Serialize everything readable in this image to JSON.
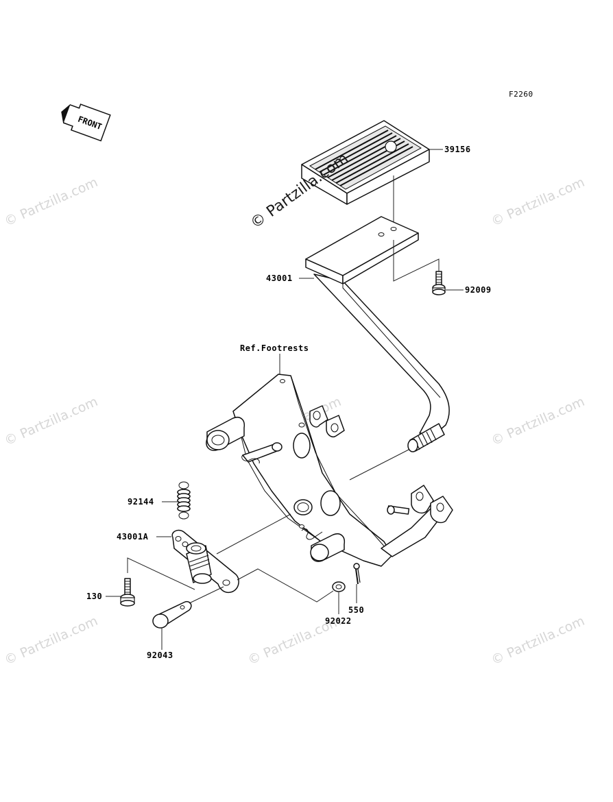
{
  "diagram": {
    "figure_code": "F2260",
    "front_label": "FRONT",
    "ref_label": "Ref.Footrests",
    "watermark": "© Partzilla.com",
    "parts": [
      {
        "id": "39156"
      },
      {
        "id": "43001"
      },
      {
        "id": "92009"
      },
      {
        "id": "92144"
      },
      {
        "id": "43001A"
      },
      {
        "id": "130"
      },
      {
        "id": "92043"
      },
      {
        "id": "92022"
      },
      {
        "id": "550"
      }
    ]
  }
}
